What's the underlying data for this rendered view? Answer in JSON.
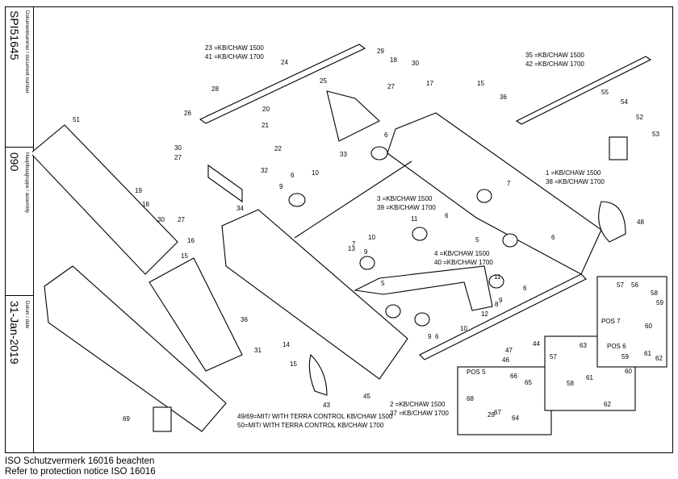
{
  "title_block": {
    "doc_label": "Dokumentnummer / document number",
    "doc_number": "SPI51645",
    "assembly_label": "Hauptbaugruppe / assembly",
    "assembly_number": "090",
    "date_label": "Datum / date",
    "date": "31-Jan-2019"
  },
  "parts": {
    "p23": "23 =KB/CHAW 1500",
    "p41": "41 =KB/CHAW 1700",
    "p35": "35 =KB/CHAW 1500",
    "p42": "42 =KB/CHAW 1700",
    "p1": "1 =KB/CHAW 1500",
    "p38": "38 =KB/CHAW 1700",
    "p3": "3 =KB/CHAW 1500",
    "p39": "39 =KB/CHAW 1700",
    "p4": "4 =KB/CHAW 1500",
    "p40": "40 =KB/CHAW 1700",
    "p2": "2 =KB/CHAW 1500",
    "p37": "37 =KB/CHAW 1700",
    "p49": "49/69=MIT/ WITH TERRA CONTROL KB/CHAW 1500",
    "p50": "50=MIT/ WITH TERRA CONTROL KB/CHAW 1700"
  },
  "positions": {
    "pos5": "POS 5",
    "pos6": "POS 6",
    "pos7": "POS 7"
  },
  "callouts": [
    "24",
    "29",
    "18",
    "30",
    "25",
    "27",
    "17",
    "28",
    "26",
    "20",
    "21",
    "22",
    "30",
    "27",
    "33",
    "15",
    "36",
    "6",
    "55",
    "54",
    "52",
    "53",
    "51",
    "32",
    "19",
    "18",
    "30",
    "27",
    "34",
    "16",
    "9",
    "6",
    "10",
    "7",
    "5",
    "6",
    "48",
    "11",
    "6",
    "10",
    "13",
    "9",
    "7",
    "11",
    "9",
    "8",
    "12",
    "6",
    "15",
    "5",
    "31",
    "36",
    "14",
    "10",
    "9",
    "6",
    "44",
    "47",
    "46",
    "15",
    "43",
    "45",
    "69",
    "57",
    "56",
    "58",
    "59",
    "60",
    "61",
    "62",
    "63",
    "59",
    "60",
    "57",
    "58",
    "61",
    "62",
    "66",
    "65",
    "68",
    "29",
    "67",
    "64"
  ],
  "notice": {
    "german": "ISO Schutzvermerk 16016 beachten",
    "english": "Refer to protection notice ISO 16016"
  }
}
